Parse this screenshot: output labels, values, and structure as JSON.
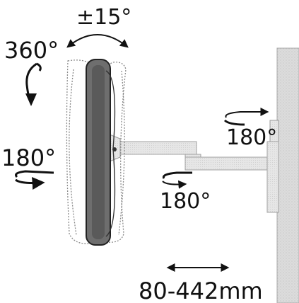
{
  "labels": {
    "tilt": "±15°",
    "swivel_screen": "360°",
    "pan_screen": "180°",
    "arm_joint_upper": "180°",
    "arm_joint_lower": "180°",
    "extension_range": "80-442mm"
  },
  "colors": {
    "ink": "#111111",
    "screen_fill": "#6b6b6b",
    "wall_fill": "#d9d9d9",
    "arm_fill": "#e3e3e3",
    "ghost_stroke": "#8a8a8a"
  },
  "icons": {
    "tilt": "double-arrow-arc-icon",
    "rotate": "curved-arrow-down-icon",
    "pan": "rotate-arrow-icon",
    "extension": "double-arrow-horizontal-icon"
  }
}
